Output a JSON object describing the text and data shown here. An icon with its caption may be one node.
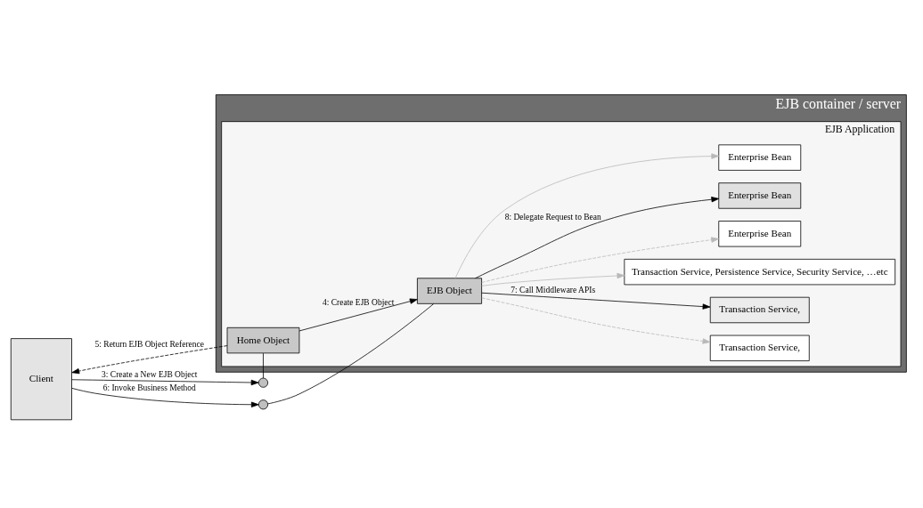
{
  "diagram": {
    "nodes": [
      {
        "text": [
          "EJB container / server"
        ]
      },
      {
        "text": [
          "EJB Application"
        ],
        "in": 0
      },
      {
        "text": [
          "Client"
        ]
      },
      {
        "text": [
          "Home Object"
        ],
        "in": 1
      },
      {
        "text": [
          "EJB Object"
        ],
        "in": 1
      },
      {
        "text": [
          "Transaction Service,"
        ],
        "in": 1
      },
      {
        "text": [
          "Transaction Service,"
        ],
        "in": 1
      },
      {
        "text": [
          "Transaction Service, Persistence Service, Security Service, …etc"
        ],
        "in": 1
      },
      {
        "text": [
          "Enterprise Bean"
        ],
        "in": 1
      },
      {
        "text": [
          "Enterprise Bean"
        ],
        "in": 1
      },
      {
        "text": [
          "Enterprise Bean"
        ],
        "in": 1
      },
      {
        "text": [],
        "shape": "circle"
      },
      {
        "text": [],
        "shape": "circle"
      }
    ],
    "edges": [
      {
        "from": 2,
        "to": 11,
        "arrow": "to",
        "label": "3: Create a New EJB Object"
      },
      {
        "from": 11,
        "to": 3,
        "arrow": "none"
      },
      {
        "from": 3,
        "to": 4,
        "arrow": "to",
        "label": "4: Create EJB Object"
      },
      {
        "from": 3,
        "to": 2,
        "arrow": "to",
        "style": "dashed",
        "label": "5: Return EJB Object Reference"
      },
      {
        "from": 2,
        "to": 12,
        "arrow": "to",
        "label": "6: Invoke Business Method"
      },
      {
        "from": 12,
        "to": 4,
        "arrow": "none"
      },
      {
        "from": 4,
        "to": 5,
        "arrow": "to",
        "style": "dashed",
        "color": "#b8b8b8"
      },
      {
        "from": 4,
        "to": 6,
        "arrow": "to",
        "label": "7: Call Middleware APIs"
      },
      {
        "from": 4,
        "to": 7,
        "arrow": "to",
        "color": "#b8b8b8"
      },
      {
        "from": 4,
        "to": 8,
        "arrow": "to",
        "style": "dashed",
        "color": "#b8b8b8"
      },
      {
        "from": 4,
        "to": 9,
        "arrow": "to",
        "label": "8: Delegate Request to Bean"
      },
      {
        "from": 4,
        "to": 10,
        "arrow": "to",
        "color": "#b8b8b8"
      }
    ]
  }
}
